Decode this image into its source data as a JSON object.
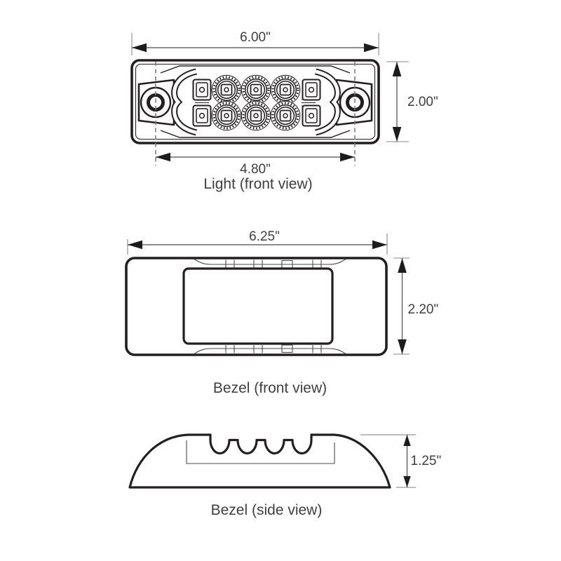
{
  "page": {
    "background": "#ffffff",
    "units": "inches"
  },
  "colors": {
    "outline": "#231f20",
    "dimension_line": "#4a4a4c",
    "extension_line": "#8a8a8d",
    "dashed_centerline": "#7d7d80",
    "text": "#3f3f41"
  },
  "views": {
    "light_front": {
      "caption": "Light (front view)",
      "width_label": "6.00\"",
      "height_label": "2.00\"",
      "hole_spacing_label": "4.80\"",
      "led_round_count": 6,
      "led_square_count": 4,
      "mounting_hole_count": 2
    },
    "bezel_front": {
      "caption": "Bezel (front view)",
      "width_label": "6.25\"",
      "height_label": "2.20\""
    },
    "bezel_side": {
      "caption": "Bezel (side view)",
      "height_label": "1.25\"",
      "scallop_count": 4
    }
  }
}
